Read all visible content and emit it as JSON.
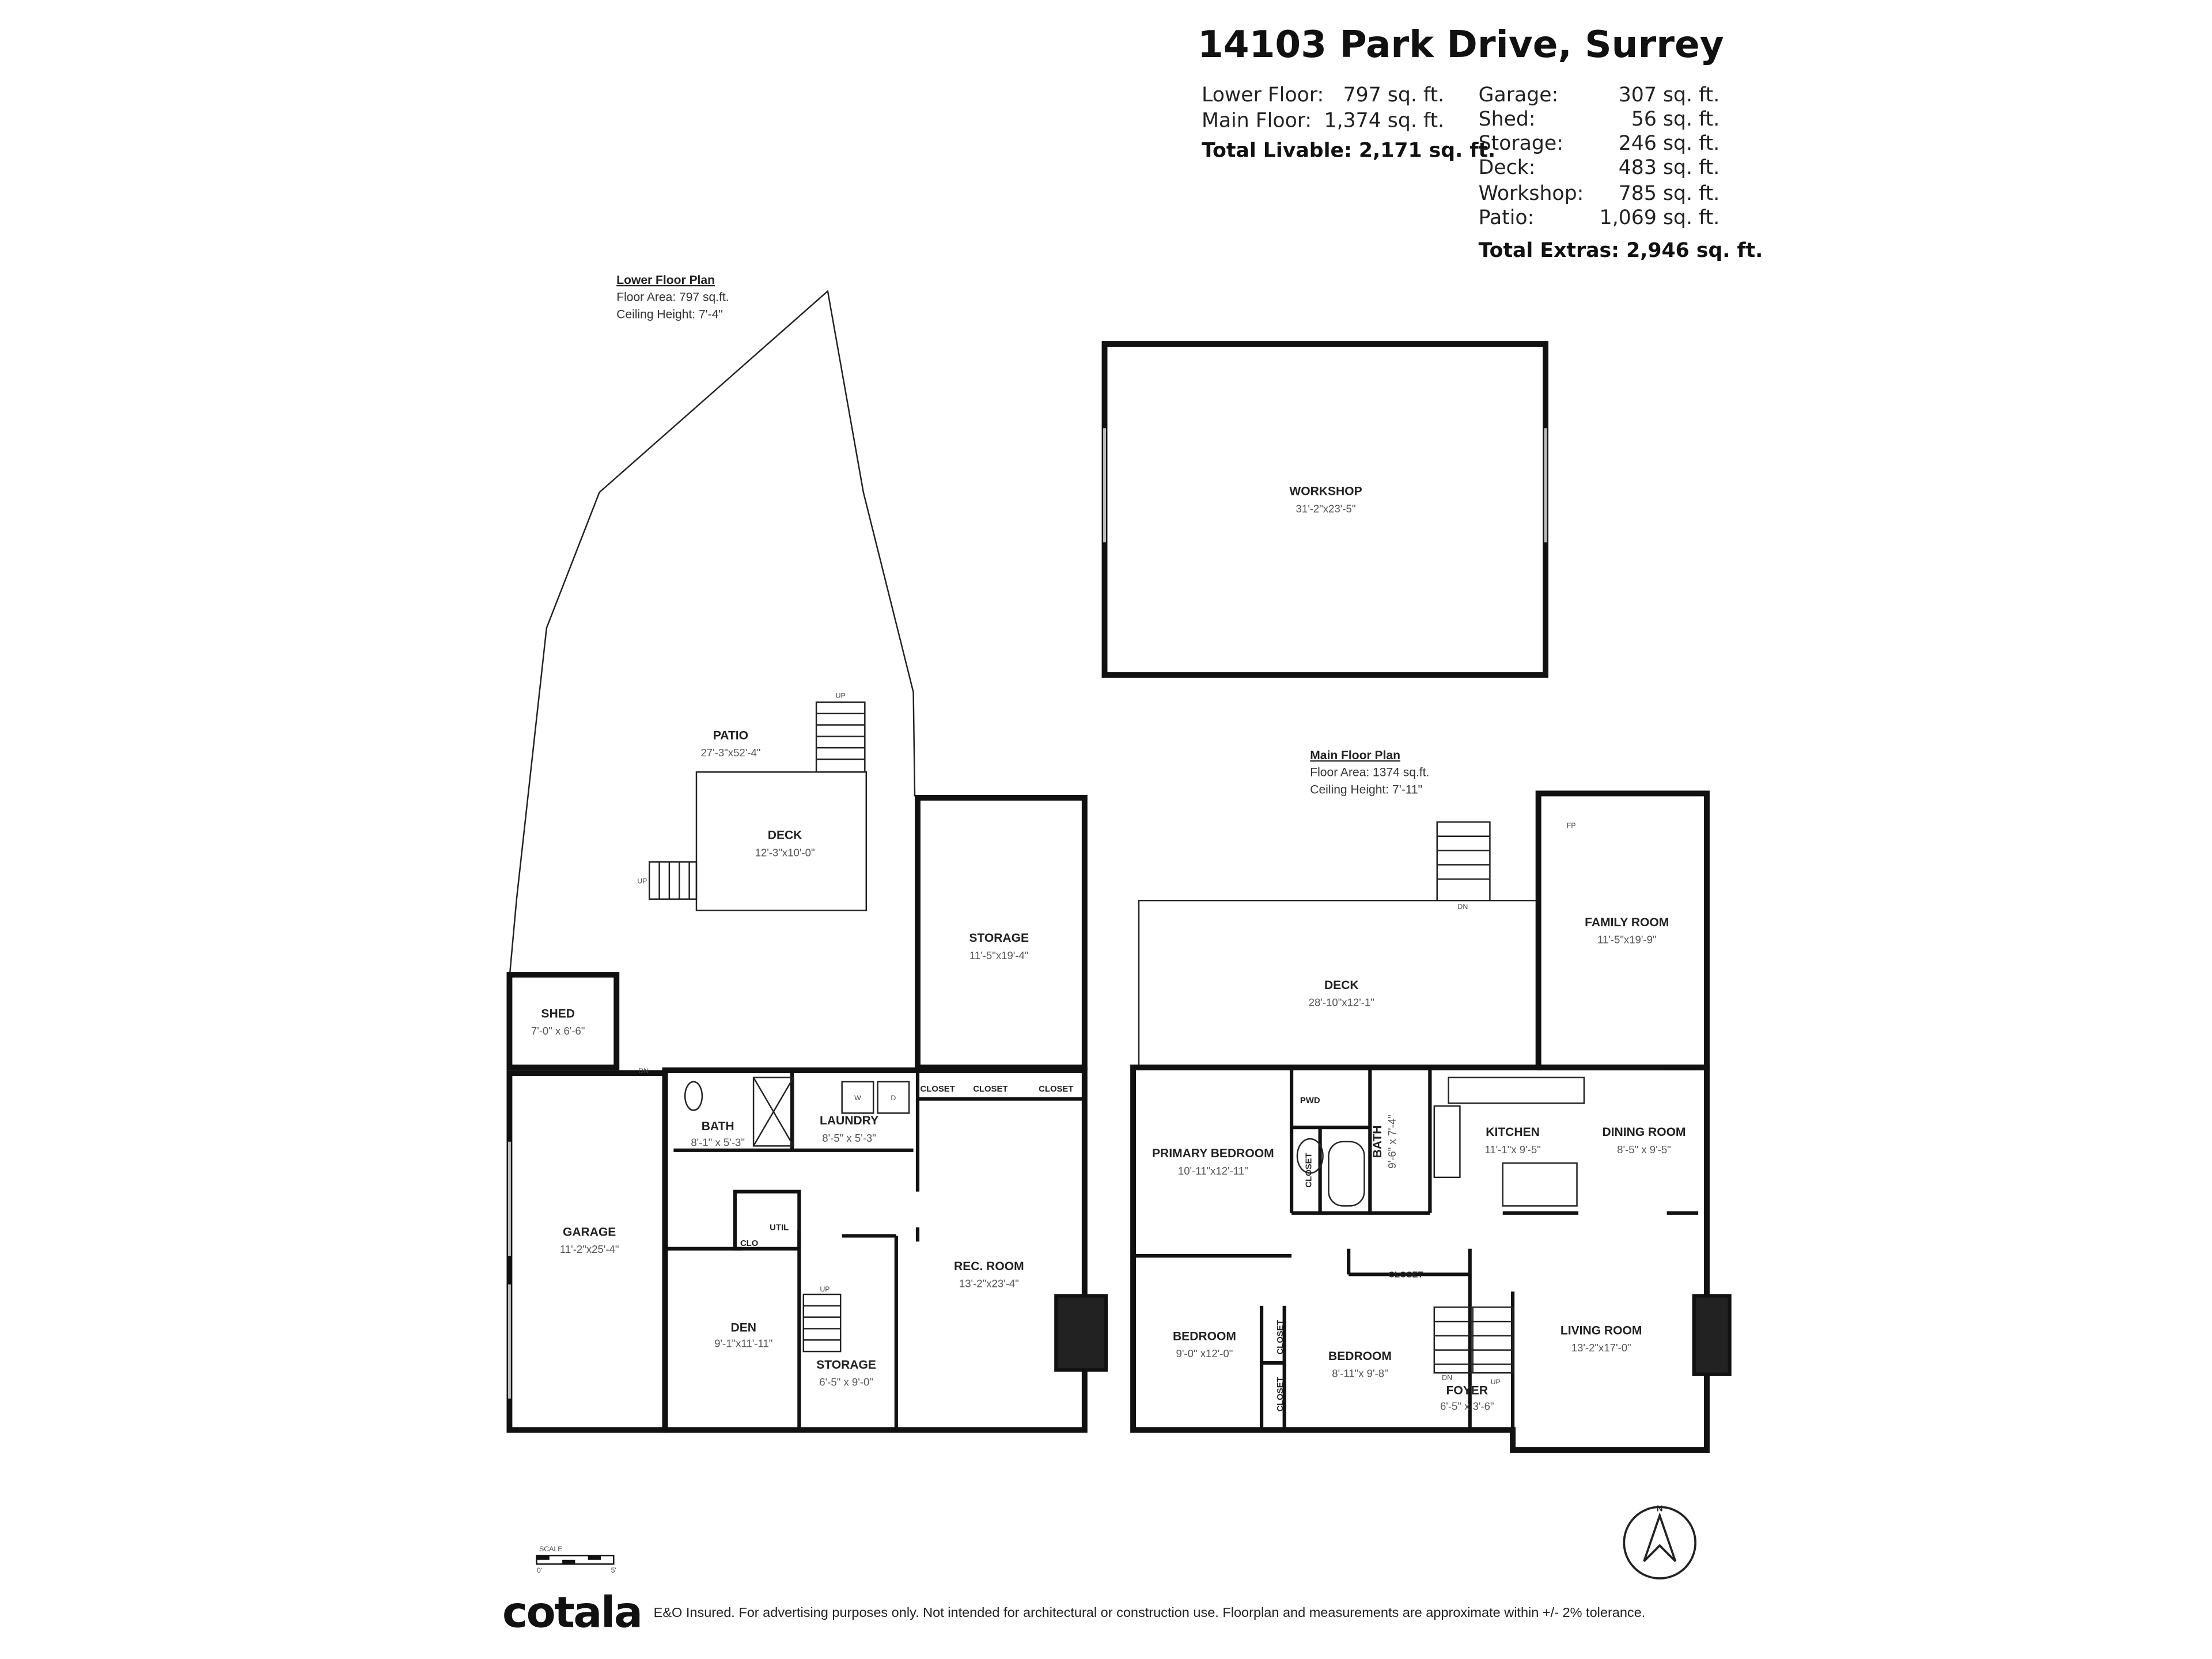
{
  "header": {
    "title": "14103 Park Drive, Surrey",
    "livable": [
      {
        "label": "Lower Floor:",
        "value": "797 sq. ft."
      },
      {
        "label": "Main Floor:",
        "value": "1,374 sq. ft."
      }
    ],
    "total_livable": "Total Livable: 2,171 sq. ft.",
    "extras": [
      {
        "label": "Garage:",
        "value": "307 sq. ft."
      },
      {
        "label": "Shed:",
        "value": "56 sq. ft."
      },
      {
        "label": "Storage:",
        "value": "246 sq. ft."
      },
      {
        "label": "Deck:",
        "value": "483 sq. ft."
      },
      {
        "label": "Workshop:",
        "value": "785 sq. ft."
      },
      {
        "label": "Patio:",
        "value": "1,069 sq. ft."
      }
    ],
    "total_extras": "Total Extras: 2,946 sq. ft."
  },
  "lower": {
    "heading": "Lower Floor Plan",
    "area": "Floor Area: 797 sq.ft.",
    "ceiling": "Ceiling Height: 7'-4\"",
    "rooms": [
      {
        "name": "PATIO",
        "dims": "27'-3\"x52'-4\""
      },
      {
        "name": "DECK",
        "dims": "12'-3\"x10'-0\""
      },
      {
        "name": "STORAGE",
        "dims": "11'-5\"x19'-4\""
      },
      {
        "name": "SHED",
        "dims": "7'-0\" x 6'-6\""
      },
      {
        "name": "GARAGE",
        "dims": "11'-2\"x25'-4\""
      },
      {
        "name": "BATH",
        "dims": "8'-1\" x 5'-3\""
      },
      {
        "name": "LAUNDRY",
        "dims": "8'-5\" x 5'-3\""
      },
      {
        "name": "REC. ROOM",
        "dims": "13'-2\"x23'-4\""
      },
      {
        "name": "DEN",
        "dims": "9'-1\"x11'-11\""
      },
      {
        "name": "STORAGE",
        "dims": "6'-5\" x 9'-0\""
      }
    ],
    "small": {
      "closet": "CLOSET",
      "util": "UTIL",
      "clo": "CLO",
      "fp": "FP",
      "up": "UP",
      "dn": "DN",
      "washer": "W",
      "dryer": "D"
    }
  },
  "main": {
    "heading": "Main Floor Plan",
    "area": "Floor Area: 1374 sq.ft.",
    "ceiling": "Ceiling Height: 7'-11\"",
    "rooms": [
      {
        "name": "WORKSHOP",
        "dims": "31'-2\"x23'-5\""
      },
      {
        "name": "DECK",
        "dims": "28'-10\"x12'-1\""
      },
      {
        "name": "FAMILY ROOM",
        "dims": "11'-5\"x19'-9\""
      },
      {
        "name": "PRIMARY BEDROOM",
        "dims": "10'-11\"x12'-11\""
      },
      {
        "name": "BATH",
        "dims": "9'-6\" x 7'-4\""
      },
      {
        "name": "KITCHEN",
        "dims": "11'-1\"x 9'-5\""
      },
      {
        "name": "DINING ROOM",
        "dims": "8'-5\" x 9'-5\""
      },
      {
        "name": "BEDROOM",
        "dims": "9'-0\" x12'-0\""
      },
      {
        "name": "BEDROOM",
        "dims": "8'-11\"x 9'-8\""
      },
      {
        "name": "LIVING ROOM",
        "dims": "13'-2\"x17'-0\""
      },
      {
        "name": "FOYER",
        "dims": "6'-5\" x 3'-6\""
      }
    ],
    "small": {
      "closet": "CLOSET",
      "pwd": "PWD",
      "fp": "FP",
      "up": "UP",
      "dn": "DN"
    }
  },
  "scale": {
    "label": "SCALE",
    "start": "0'",
    "end": "5'"
  },
  "compass": {
    "label": "N",
    "icon": "north-arrow-icon"
  },
  "footer": {
    "logo": "cotala",
    "disclaimer": "E&O Insured. For advertising purposes only. Not intended for architectural or construction use. Floorplan and measurements are approximate within +/- 2% tolerance."
  }
}
